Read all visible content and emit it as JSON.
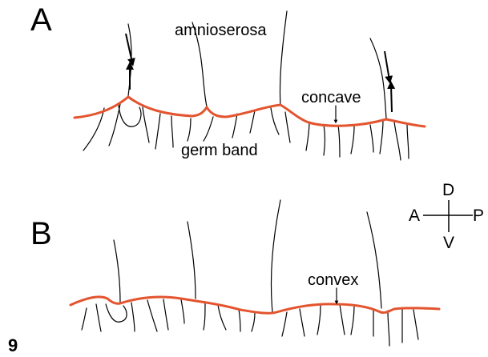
{
  "panel_a": {
    "letter": "A",
    "labels": {
      "amnioserosa": "amnioserosa",
      "concave": "concave",
      "germ_band": "germ band"
    }
  },
  "panel_b": {
    "letter": "B",
    "labels": {
      "convex": "convex"
    }
  },
  "axes": {
    "dorsal": "D",
    "ventral": "V",
    "anterior": "A",
    "posterior": "P"
  },
  "figure_number": "9",
  "colors": {
    "epithelial_edge": "#e3542f",
    "lines": "#000000"
  }
}
